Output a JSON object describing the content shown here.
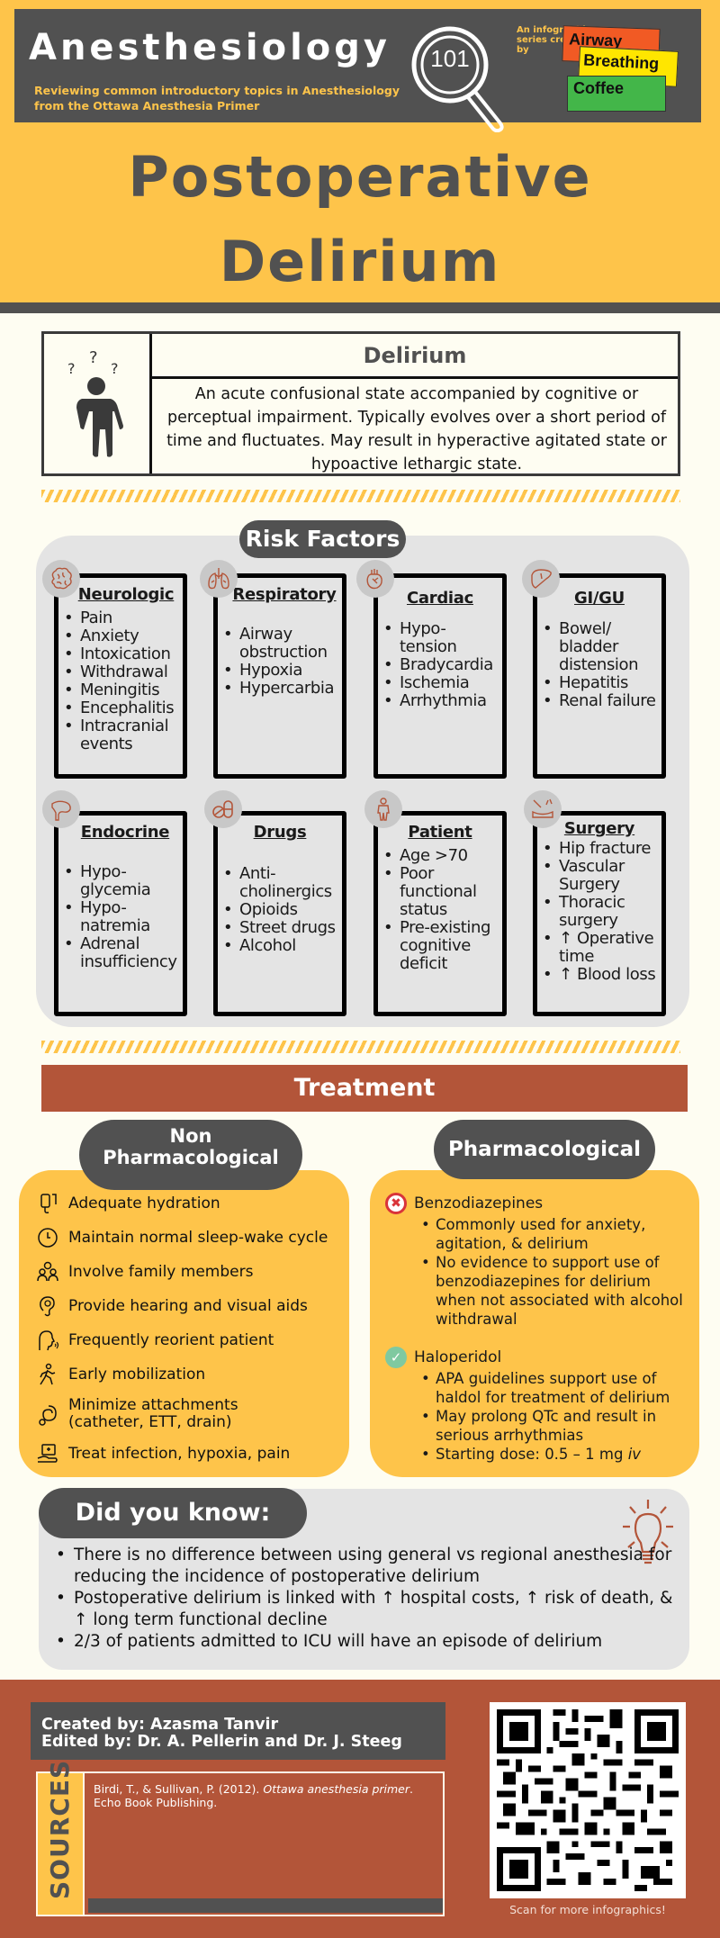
{
  "header": {
    "series_title": "Anesthesiology",
    "series_badge": "101",
    "subtitle": "Reviewing common introductory topics in Anesthesiology from the Ottawa Anesthesia Primer",
    "series_credit": "An infographic series created by",
    "logo_tags": [
      "Airway",
      "Breathing",
      "Coffee"
    ],
    "colors": {
      "yellow": "#fec44a",
      "dark": "#515151",
      "rust": "#b35539",
      "cream": "#fefdf2"
    }
  },
  "page": {
    "title_line1": "Postoperative",
    "title_line2": "Delirium"
  },
  "definition": {
    "icon": "confused-person-icon",
    "title": "Delirium",
    "text": "An acute confusional state accompanied by cognitive or perceptual impairment. Typically evolves over a short period of time and fluctuates. May result in hyperactive agitated state or hypoactive lethargic state."
  },
  "risk_factors": {
    "title": "Risk Factors",
    "categories": [
      {
        "title": "Neurologic",
        "icon": "brain-icon",
        "items": [
          "Pain",
          "Anxiety",
          "Intoxication",
          "Withdrawal",
          "Meningitis",
          "Encephalitis",
          "Intracranial events"
        ]
      },
      {
        "title": "Respiratory",
        "icon": "lungs-icon",
        "items": [
          "Airway obstruction",
          "Hypoxia",
          "Hypercarbia"
        ]
      },
      {
        "title": "Cardiac",
        "icon": "heart-icon",
        "items": [
          "Hypo-tension",
          "Bradycardia",
          "Ischemia",
          "Arrhythmia"
        ]
      },
      {
        "title": "GI/GU",
        "icon": "liver-icon",
        "items": [
          "Bowel/ bladder distension",
          "Hepatitis",
          "Renal failure"
        ]
      },
      {
        "title": "Endocrine",
        "icon": "pancreas-icon",
        "items": [
          "Hypo-glycemia",
          "Hypo-natremia",
          "Adrenal insufficiency"
        ]
      },
      {
        "title": "Drugs",
        "icon": "pills-icon",
        "items": [
          "Anti-cholinergics",
          "Opioids",
          "Street drugs",
          "Alcohol"
        ]
      },
      {
        "title": "Patient",
        "icon": "person-icon",
        "items": [
          "Age >70",
          "Poor functional status",
          "Pre-existing cognitive deficit"
        ]
      },
      {
        "title": "Surgery",
        "icon": "scalpel-icon",
        "items": [
          "Hip fracture",
          "Vascular Surgery",
          "Thoracic surgery",
          "↑ Operative time",
          "↑ Blood loss"
        ]
      }
    ]
  },
  "treatment": {
    "title": "Treatment",
    "non_pharm": {
      "title_line1": "Non",
      "title_line2": "Pharmacological",
      "items": [
        {
          "icon": "iv-bag-icon",
          "text": "Adequate hydration"
        },
        {
          "icon": "clock-icon",
          "text": "Maintain normal sleep-wake cycle"
        },
        {
          "icon": "family-icon",
          "text": "Involve family members"
        },
        {
          "icon": "hearing-aid-icon",
          "text": "Provide hearing and visual aids"
        },
        {
          "icon": "speaking-head-icon",
          "text": "Frequently reorient patient"
        },
        {
          "icon": "walking-person-icon",
          "text": "Early mobilization"
        },
        {
          "icon": "catheter-icon",
          "text": "Minimize attachments",
          "text2": "(catheter, ETT, drain)"
        },
        {
          "icon": "medical-kit-hand-icon",
          "text": "Treat infection, hypoxia, pain"
        }
      ]
    },
    "pharm": {
      "title": "Pharmacological",
      "drugs": [
        {
          "name": "Benzodiazepines",
          "status": "not-recommended",
          "icon": "x-circle-icon",
          "color": "#d9343a",
          "points": [
            "Commonly used for anxiety, agitation, & delirium",
            "No evidence to support use of benzodiazepines for delirium when not associated with alcohol withdrawal"
          ]
        },
        {
          "name": "Haloperidol",
          "status": "recommended",
          "icon": "check-circle-icon",
          "color": "#7fc9a0",
          "points": [
            "APA guidelines support use of haldol for treatment of delirium",
            "May prolong QTc and result in serious arrhythmias"
          ],
          "dose_prefix": "Starting dose: 0.5 – 1 mg ",
          "dose_route": "iv"
        }
      ]
    }
  },
  "did_you_know": {
    "title": "Did you know:",
    "icon": "lightbulb-icon",
    "facts": [
      "There is no difference between using general vs regional anesthesia for reducing the incidence of postoperative delirium",
      "Postoperative delirium is linked with ↑ hospital costs, ↑ risk of death, & ↑ long term functional decline",
      "2/3 of patients admitted to ICU will have an episode of delirium"
    ]
  },
  "footer": {
    "created_by": "Created by: Azasma Tanvir",
    "edited_by": "Edited by: Dr. A. Pellerin and Dr. J. Steeg",
    "sources_label": "SOURCES",
    "source_authors": "Birdi, T., & Sullivan, P. (2012). ",
    "source_title": "Ottawa anesthesia primer",
    "source_publisher": ". Echo Book Publishing.",
    "qr_caption": "Scan for more infographics!"
  }
}
